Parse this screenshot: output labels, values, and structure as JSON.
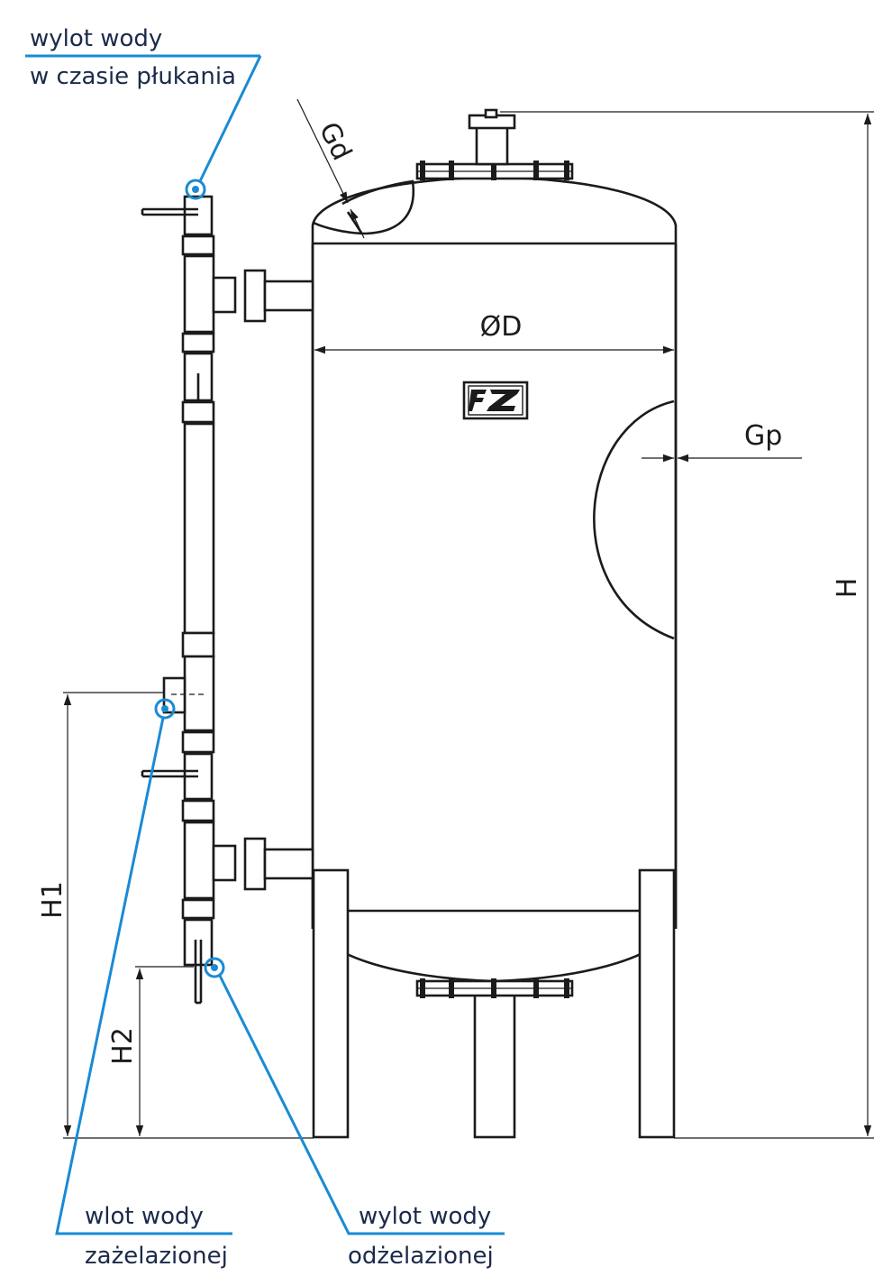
{
  "labels": {
    "flush_outlet_line1": "wylot wody",
    "flush_outlet_line2": "w czasie płukania",
    "iron_inlet_line1": "wlot wody",
    "iron_inlet_line2": "zażelazionej",
    "deironed_outlet_line1": "wylot wody",
    "deironed_outlet_line2": "odżelazionej"
  },
  "dimensions": {
    "diameter": "ØD",
    "height": "H",
    "height_inlet": "H1",
    "height_outlet": "H2",
    "top_nozzle": "Gd",
    "side_nozzle": "Gp"
  },
  "colors": {
    "callout": "#1a8ad4",
    "label_text": "#1b2a4a",
    "linework": "#1b1b1b"
  }
}
